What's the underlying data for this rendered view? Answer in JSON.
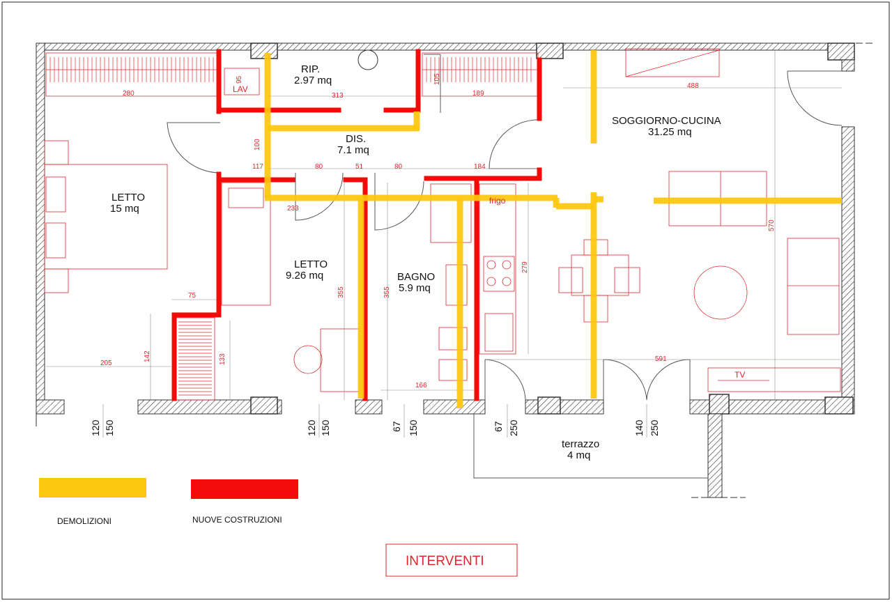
{
  "rooms": {
    "rip": {
      "name": "RIP.",
      "area": "2.97  mq"
    },
    "dis": {
      "name": "DIS.",
      "area": "7.1  mq"
    },
    "soggiorno": {
      "name": "SOGGIORNO-CUCINA",
      "area": "31.25  mq"
    },
    "letto1": {
      "name": "LETTO",
      "area": "15  mq"
    },
    "letto2": {
      "name": "LETTO",
      "area": "9.26  mq"
    },
    "bagno": {
      "name": "BAGNO",
      "area": "5.9  mq"
    },
    "terrazzo": {
      "name": "terrazzo",
      "area": "4  mq"
    }
  },
  "fixtures": {
    "lav": "LAV",
    "tv": "TV",
    "frigo": "frigo"
  },
  "dimensions": {
    "d280": "280",
    "d95": "95",
    "d313": "313",
    "d105": "105",
    "d189": "189",
    "d488": "488",
    "d100": "100",
    "d117": "117",
    "d80a": "80",
    "d51": "51",
    "d80b": "80",
    "d184": "184",
    "d233": "233",
    "d279": "279",
    "d570": "570",
    "d355a": "355",
    "d355b": "355",
    "d75": "75",
    "d142": "142",
    "d133": "133",
    "d205": "205",
    "d166": "166",
    "d591": "591"
  },
  "openings": {
    "o1a": "120",
    "o1b": "150",
    "o2a": "120",
    "o2b": "150",
    "o3a": "67",
    "o3b": "150",
    "o4a": "67",
    "o4b": "250",
    "o5a": "140",
    "o5b": "250"
  },
  "legend": {
    "demolizioni": {
      "label": "DEMOLIZIONI",
      "color": "#fdc70d"
    },
    "nuove": {
      "label": "NUOVE COSTRUZIONI",
      "color": "#f50a0a"
    }
  },
  "title": "INTERVENTI"
}
